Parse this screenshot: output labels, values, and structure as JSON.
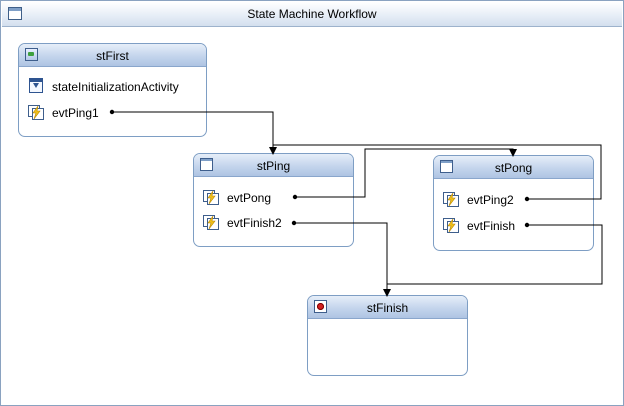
{
  "workflow": {
    "title": "State Machine Workflow"
  },
  "states": {
    "stFirst": {
      "name": "stFirst",
      "icon": "initial-state-icon",
      "activities": {
        "initialization": "stateInitializationActivity",
        "event": "evtPing1"
      }
    },
    "stPing": {
      "name": "stPing",
      "icon": "state-icon",
      "events": [
        "evtPong",
        "evtFinish2"
      ]
    },
    "stPong": {
      "name": "stPong",
      "icon": "state-icon",
      "events": [
        "evtPing2",
        "evtFinish"
      ]
    },
    "stFinish": {
      "name": "stFinish",
      "icon": "completed-state-icon"
    }
  },
  "colors": {
    "border": "#7e9ec4",
    "header_top": "#e6eef9",
    "header_bottom": "#aec4e3",
    "connector": "#000000"
  }
}
